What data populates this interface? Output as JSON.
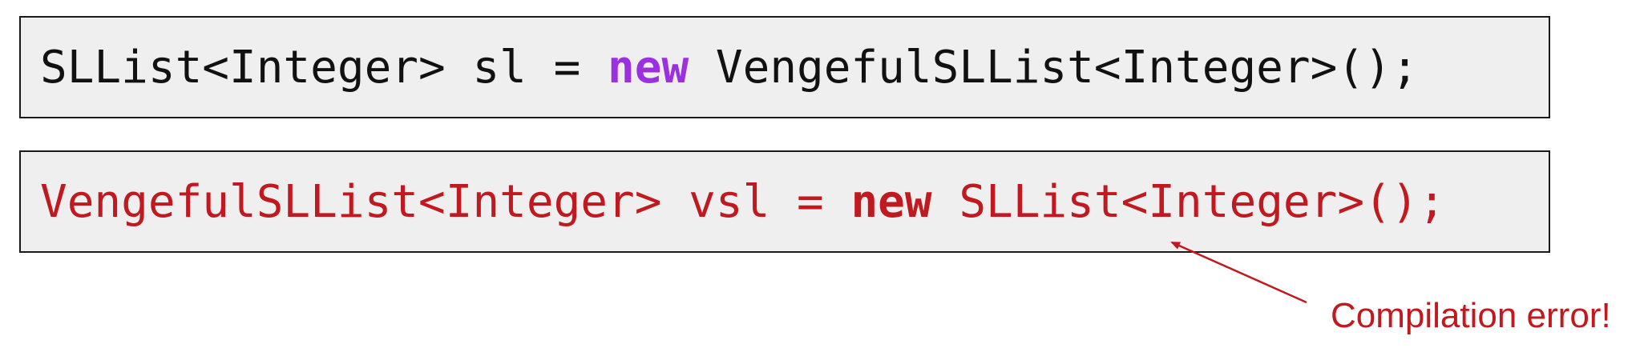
{
  "line1": {
    "before": "SLList<Integer> sl = ",
    "keyword": "new",
    "after": " VengefulSLList<Integer>();"
  },
  "line2": {
    "before": "VengefulSLList<Integer> vsl = ",
    "keyword": "new",
    "after": " SLList<Integer>();"
  },
  "annotation": {
    "text": "Compilation error!",
    "color": "#c0191f"
  },
  "colors": {
    "keyword_purple": "#9b30e0",
    "error_red": "#c0191f",
    "box_background": "#efefef"
  }
}
